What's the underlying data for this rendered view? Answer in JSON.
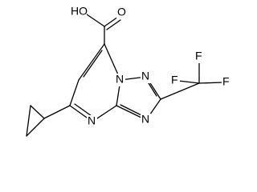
{
  "molecule": {
    "labels": {
      "carboxyl_oh": "HO",
      "carbonyl_o": "O",
      "n_bridge": "N",
      "n_upper": "N",
      "n_triazole_lower": "N",
      "n_pyrimidine": "N",
      "f_top": "F",
      "f_left": "F",
      "f_right": "F"
    },
    "bond_color": "#000000",
    "background": "#ffffff"
  }
}
